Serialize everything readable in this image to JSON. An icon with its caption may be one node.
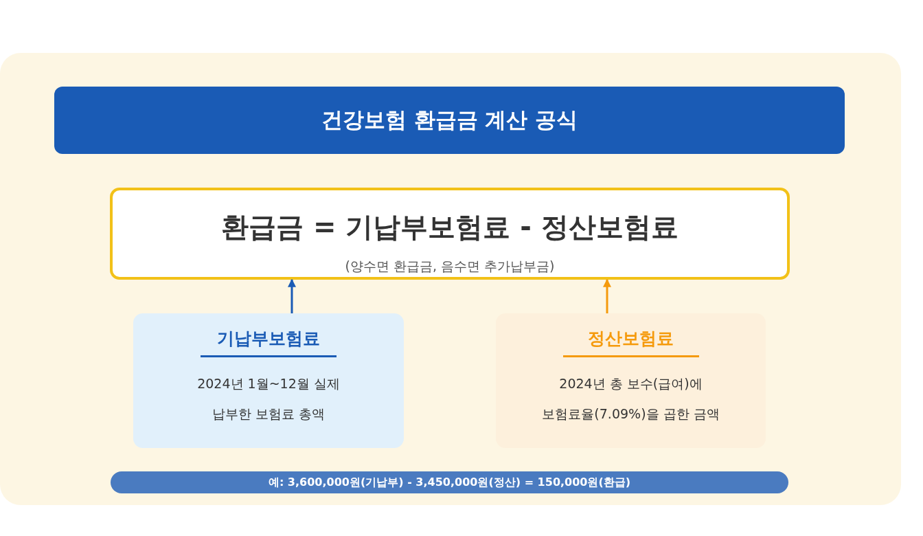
{
  "diagram": {
    "nodes": [
      {
        "text": [
          "건강보험 환급금 계산 공식"
        ]
      },
      {
        "text": [
          "환급금 = 기납부보험료 - 정산보험료",
          "(양수면 환급금, 음수면 추가납부금)"
        ]
      },
      {
        "text": [
          "기납부보험료",
          "2024년 1월~12월 실제 납부한 보험료 총액"
        ]
      },
      {
        "text": [
          "정산보험료",
          "2024년 총 보수(급여)에 보험료율(7.09%)을 곱한 금액"
        ]
      },
      {
        "text": [
          "예: 3,600,000원(기납부) - 3,450,000원(정산) = 150,000원(환급)"
        ]
      }
    ],
    "edges": [
      {
        "from": 2,
        "to": 1,
        "arrow": "to",
        "color": "#1a5bb5"
      },
      {
        "from": 3,
        "to": 1,
        "arrow": "to",
        "color": "#f59a0c"
      }
    ]
  }
}
